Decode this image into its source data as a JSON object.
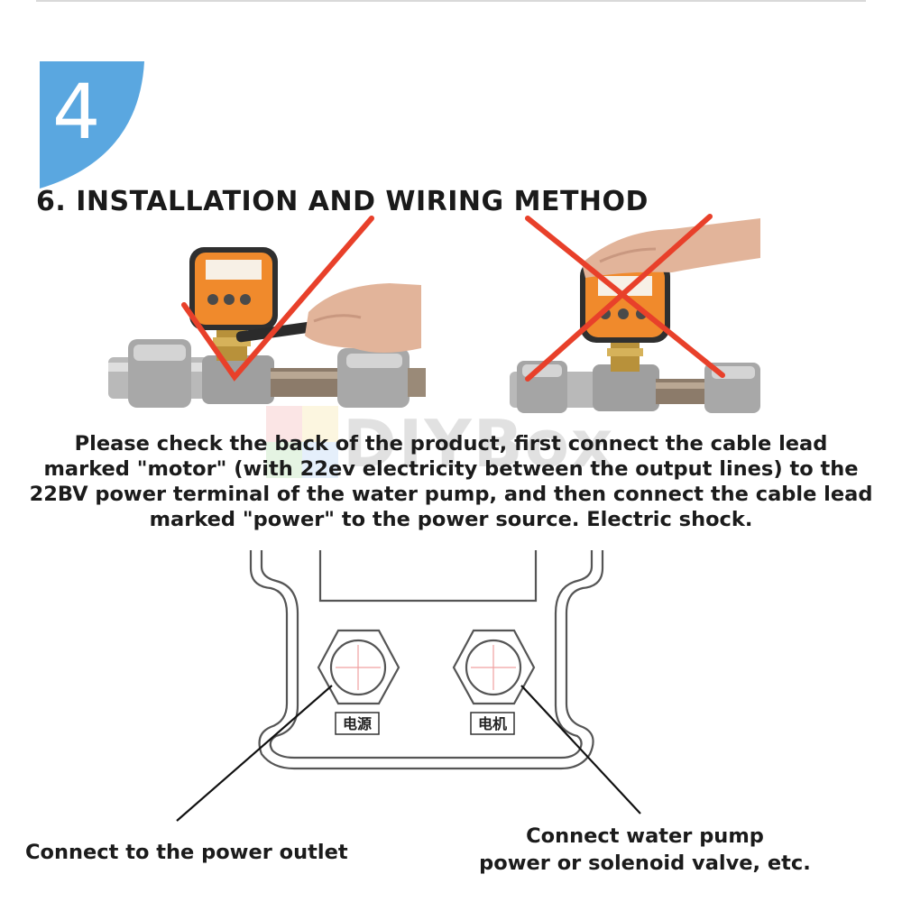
{
  "step_badge": {
    "number": "4",
    "color": "#5aa7e0"
  },
  "title": "6. INSTALLATION AND WIRING METHOD",
  "photos": {
    "correct": {
      "mark": "check",
      "mark_color": "#e8402a"
    },
    "incorrect": {
      "mark": "cross",
      "mark_color": "#e8402a"
    },
    "device_color": "#f08a2c"
  },
  "watermark": {
    "text": "DIYBox"
  },
  "instructions": {
    "lines": [
      "Please check the back of the product, first connect the cable lead",
      "marked \"motor\" (with 22ev electricity between the output lines) to the",
      "22BV power terminal of the water pump, and then connect the cable lead",
      "marked \"power\" to the power source. Electric shock."
    ]
  },
  "diagram": {
    "left_port_label": "电源",
    "right_port_label": "电机"
  },
  "callouts": {
    "left": "Connect to the power outlet",
    "right_line1": "Connect water pump",
    "right_line2": "power or solenoid valve, etc."
  }
}
